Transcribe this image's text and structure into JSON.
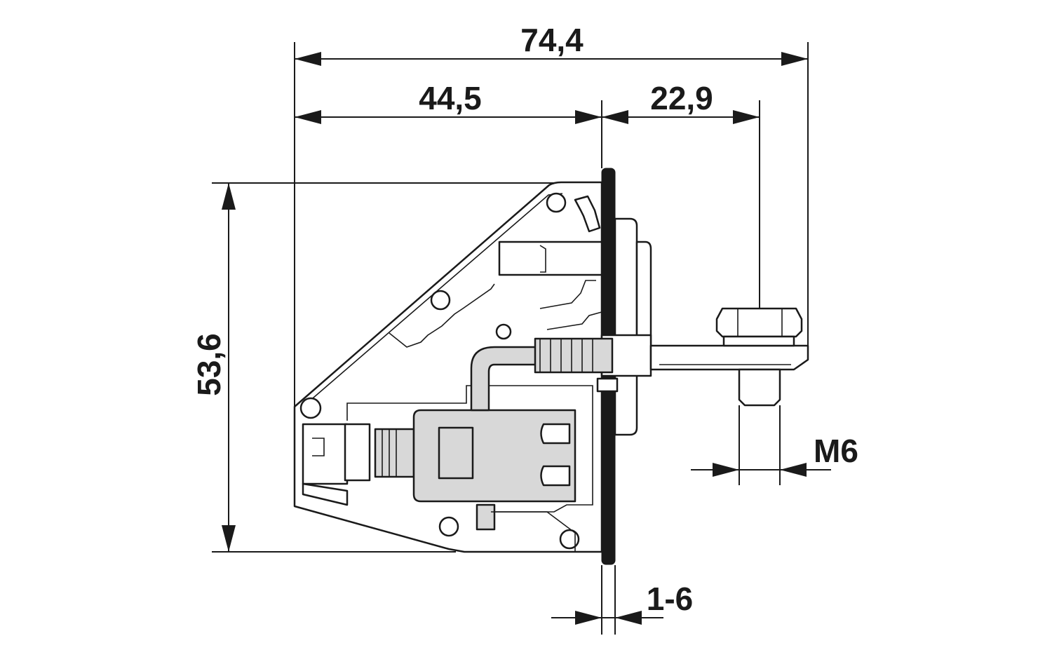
{
  "dimensions": {
    "overall_width": "74,4",
    "body_width": "44,5",
    "bolt_offset": "22,9",
    "height": "53,6",
    "thread": "M6",
    "panel_thickness": "1-6"
  }
}
